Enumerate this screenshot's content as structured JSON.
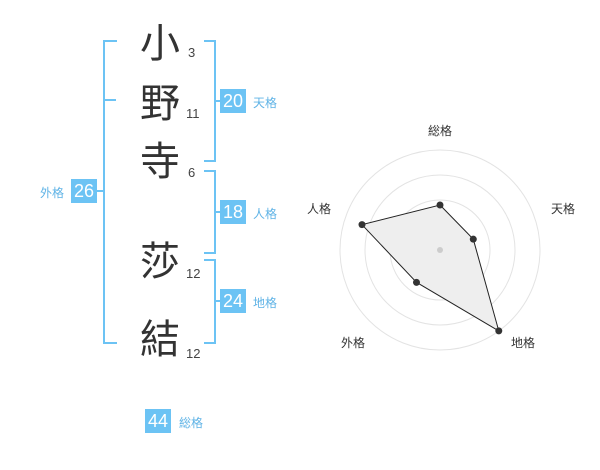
{
  "name": {
    "chars": [
      {
        "char": "小",
        "strokes": "3"
      },
      {
        "char": "野",
        "strokes": "11"
      },
      {
        "char": "寺",
        "strokes": "6"
      },
      {
        "char": "莎",
        "strokes": "12"
      },
      {
        "char": "結",
        "strokes": "12"
      }
    ]
  },
  "fortunes": {
    "ten": {
      "value": "20",
      "label": "天格"
    },
    "jin": {
      "value": "18",
      "label": "人格"
    },
    "chi": {
      "value": "24",
      "label": "地格"
    },
    "gai": {
      "value": "26",
      "label": "外格"
    },
    "sou": {
      "value": "44",
      "label": "総格"
    }
  },
  "colors": {
    "accent": "#6cc3f4",
    "accent_text": "#5fb3e6",
    "fill": "#eeeeee"
  },
  "chart_data": {
    "type": "radar",
    "axes": [
      "総格",
      "天格",
      "地格",
      "外格",
      "人格"
    ],
    "values": [
      0.45,
      0.35,
      1.0,
      0.4,
      0.82
    ],
    "max": 1.0,
    "rings": 4
  }
}
